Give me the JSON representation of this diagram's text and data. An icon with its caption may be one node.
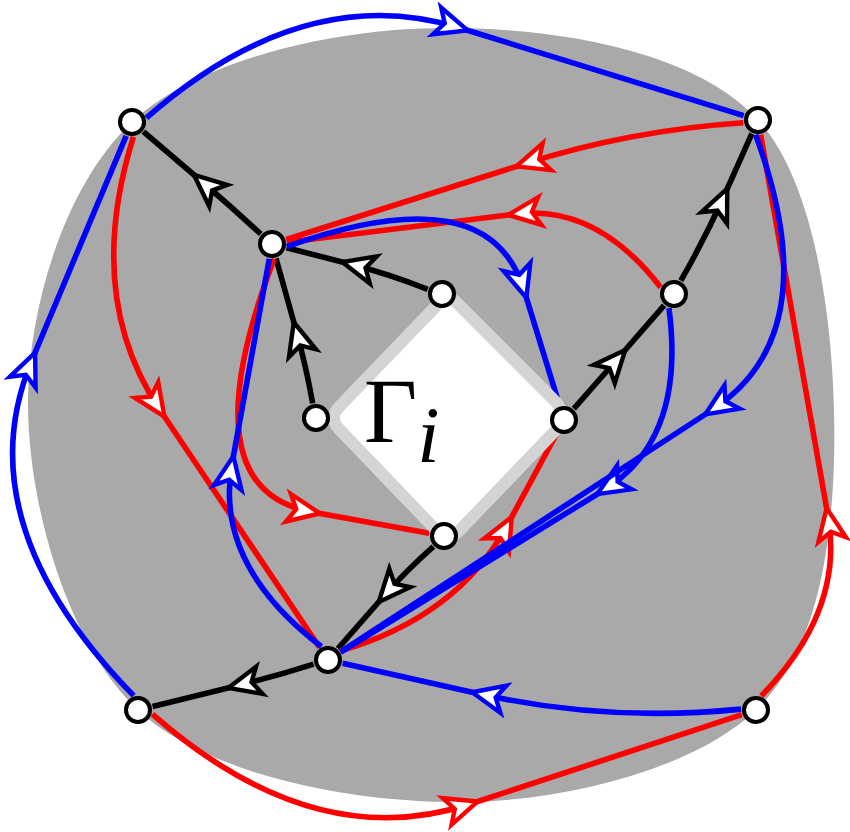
{
  "diagram": {
    "nodes": [
      {
        "text": [],
        "shape": "circle"
      },
      {
        "text": [],
        "shape": "circle"
      },
      {
        "text": [],
        "shape": "circle"
      },
      {
        "text": [],
        "shape": "circle"
      },
      {
        "text": [],
        "shape": "circle"
      },
      {
        "text": [],
        "shape": "circle"
      },
      {
        "text": [
          "Γ$_{i}$"
        ]
      },
      {
        "text": [],
        "shape": "circle"
      },
      {
        "text": [],
        "shape": "circle"
      },
      {
        "text": [],
        "shape": "circle"
      },
      {
        "text": [],
        "shape": "circle"
      },
      {
        "text": [],
        "shape": "circle"
      }
    ],
    "edges": [
      {
        "from": 2,
        "to": 0,
        "arrow": "to"
      },
      {
        "from": 3,
        "to": 2,
        "arrow": "to"
      },
      {
        "from": 5,
        "to": 2,
        "arrow": "to"
      },
      {
        "from": 7,
        "to": 4,
        "arrow": "to"
      },
      {
        "from": 4,
        "to": 1,
        "arrow": "to"
      },
      {
        "from": 8,
        "to": 9,
        "arrow": "to"
      },
      {
        "from": 9,
        "to": 10,
        "arrow": "to"
      },
      {
        "from": 0,
        "to": 9,
        "arrow": "to",
        "color": "#ff0000"
      },
      {
        "from": 1,
        "to": 2,
        "arrow": "to",
        "color": "#ff0000"
      },
      {
        "from": 4,
        "to": 2,
        "arrow": "to",
        "color": "#ff0000"
      },
      {
        "from": 2,
        "to": 8,
        "arrow": "to",
        "color": "#ff0000"
      },
      {
        "from": 9,
        "to": 7,
        "arrow": "to",
        "color": "#ff0000"
      },
      {
        "from": 11,
        "to": 1,
        "arrow": "to",
        "color": "#ff0000"
      },
      {
        "from": 10,
        "to": 11,
        "arrow": "to",
        "color": "#ff0000"
      },
      {
        "from": 0,
        "to": 1,
        "arrow": "to",
        "color": "#0000ff"
      },
      {
        "from": 10,
        "to": 0,
        "arrow": "to",
        "color": "#0000ff"
      },
      {
        "from": 2,
        "to": 7,
        "arrow": "to",
        "color": "#0000ff"
      },
      {
        "from": 4,
        "to": 9,
        "arrow": "to",
        "color": "#0000ff"
      },
      {
        "from": 1,
        "to": 9,
        "arrow": "to",
        "color": "#0000ff"
      },
      {
        "from": 11,
        "to": 9,
        "arrow": "to",
        "color": "#0000ff"
      },
      {
        "from": 9,
        "to": 2,
        "arrow": "to",
        "color": "#0000ff"
      }
    ]
  }
}
